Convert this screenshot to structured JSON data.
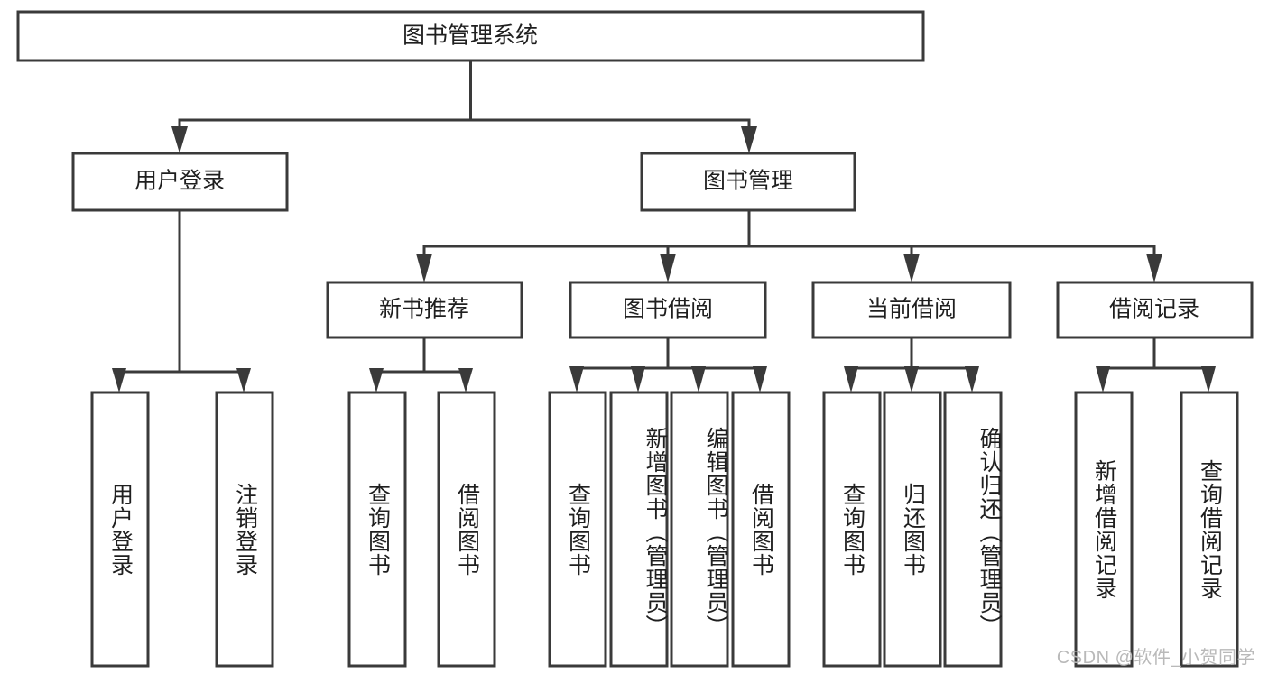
{
  "diagram": {
    "title": "图书管理系统",
    "watermark": "CSDN @软件_小贺同学",
    "type": "tree-hierarchy",
    "orientation": "top-down",
    "colors": {
      "stroke": "#3a3a3a",
      "fill": "#ffffff",
      "text": "#1f1f1f",
      "watermark": "#b9b9b9",
      "background": "#ffffff"
    },
    "nodes": {
      "root": {
        "label": "图书管理系统"
      },
      "level2": [
        {
          "id": "user-login",
          "label": "用户登录"
        },
        {
          "id": "book-manage",
          "label": "图书管理"
        }
      ],
      "level3": [
        {
          "id": "new-book-recommend",
          "label": "新书推荐"
        },
        {
          "id": "book-borrow",
          "label": "图书借阅"
        },
        {
          "id": "current-borrow",
          "label": "当前借阅"
        },
        {
          "id": "borrow-record",
          "label": "借阅记录"
        }
      ],
      "leaves": {
        "user-login": [
          {
            "id": "leaf-user-login",
            "label": "用户登录"
          },
          {
            "id": "leaf-logout-login",
            "label": "注销登录"
          }
        ],
        "new-book-recommend": [
          {
            "id": "leaf-query-book-1",
            "label": "查询图书"
          },
          {
            "id": "leaf-borrow-book-1",
            "label": "借阅图书"
          }
        ],
        "book-borrow": [
          {
            "id": "leaf-query-book-2",
            "label": "查询图书"
          },
          {
            "id": "leaf-add-book",
            "label": "新增图书（管理员）"
          },
          {
            "id": "leaf-edit-book",
            "label": "编辑图书（管理员）"
          },
          {
            "id": "leaf-borrow-book-2",
            "label": "借阅图书"
          }
        ],
        "current-borrow": [
          {
            "id": "leaf-query-book-3",
            "label": "查询图书"
          },
          {
            "id": "leaf-return-book",
            "label": "归还图书"
          },
          {
            "id": "leaf-confirm-return",
            "label": "确认归还（管理员）"
          }
        ],
        "borrow-record": [
          {
            "id": "leaf-add-record",
            "label": "新增借阅记录"
          },
          {
            "id": "leaf-query-record",
            "label": "查询借阅记录"
          }
        ]
      }
    }
  }
}
